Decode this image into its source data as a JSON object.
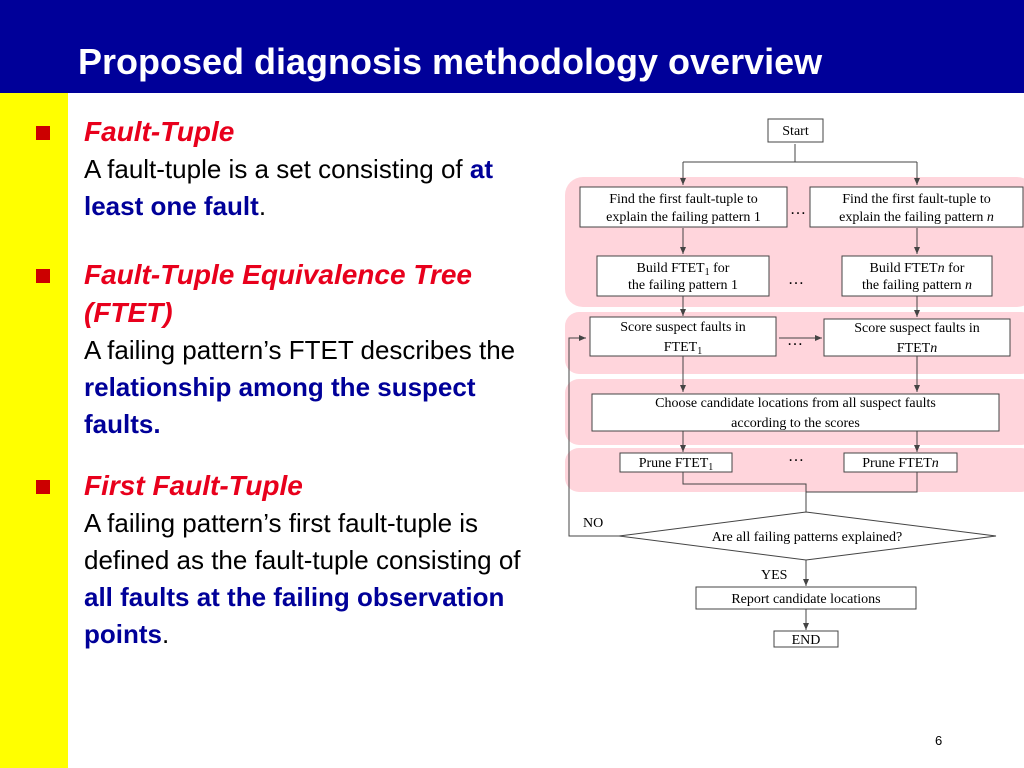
{
  "slide": {
    "title": "Proposed diagnosis methodology overview",
    "page_number": "6",
    "colors": {
      "header_bg": "#000099",
      "sidebar_bg": "#ffff00",
      "heading": "#e8001c",
      "highlight": "#000099",
      "bullet": "#cc0000",
      "stage_fill": "#ffd5dc"
    }
  },
  "bullets": [
    {
      "heading": "Fault-Tuple",
      "text_1": "A fault-tuple is a set consisting of",
      "highlight": "at least one fault",
      "text_2": "."
    },
    {
      "heading_line1": "Fault-Tuple Equivalence Tree",
      "heading_line2": "(FTET)",
      "text_1": "A failing pattern’s FTET describes the",
      "highlight": "relationship among the suspect faults",
      "text_2": "."
    },
    {
      "heading": "First Fault-Tuple",
      "text_1": "A failing pattern’s first fault-tuple is defined as the fault-tuple consisting of",
      "highlight": "all faults at the failing observation points",
      "text_2": "."
    }
  ],
  "flowchart": {
    "start": "Start",
    "find_first_1_l1": "Find the first fault-tuple to",
    "find_first_1_l2": "explain the failing pattern 1",
    "find_first_n_l1": "Find the first fault-tuple to",
    "find_first_n_l2a": "explain the failing pattern ",
    "find_first_n_l2b": "n",
    "build_1_a": "Build FTET",
    "build_1_sub": "1",
    "build_1_b": " for",
    "build_1_l2": "the failing pattern 1",
    "build_n_a": "Build FTET",
    "build_n_i": "n",
    "build_n_b": " for",
    "build_n_l2a": "the failing pattern ",
    "build_n_l2b": "n",
    "score_1_l1": "Score suspect faults in",
    "score_1_l2": "FTET",
    "score_1_sub": "1",
    "score_n_l1": "Score suspect faults in",
    "score_n_l2": "FTET",
    "score_n_i": "n",
    "choose_l1": "Choose candidate locations from all suspect faults",
    "choose_l2": "according to the scores",
    "prune_1": "Prune FTET",
    "prune_1_sub": "1",
    "prune_n": "Prune FTET",
    "prune_n_i": "n",
    "ellipsis": "…",
    "decision": "Are all failing patterns explained?",
    "no": "NO",
    "yes": "YES",
    "report": "Report candidate locations",
    "end": "END"
  }
}
